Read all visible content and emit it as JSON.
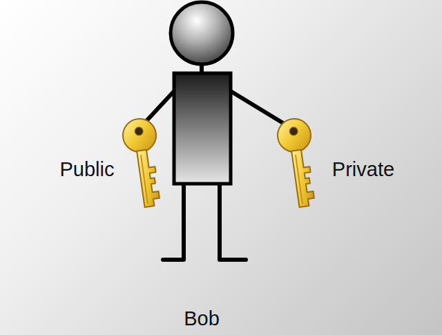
{
  "diagram": {
    "labels": [
      "Public",
      "Private",
      "Bob"
    ]
  }
}
